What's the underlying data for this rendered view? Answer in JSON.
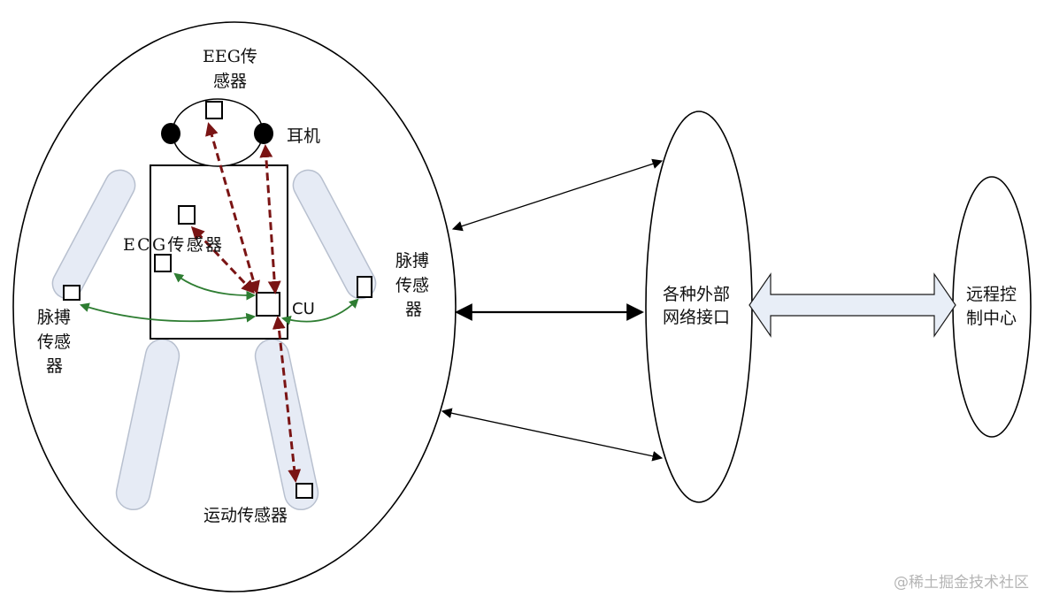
{
  "labels": {
    "eeg_line1": "EEG传",
    "eeg_line2": "感器",
    "earphone": "耳机",
    "ecg": "ECG传感器",
    "pulse_left_line1": "脉搏",
    "pulse_left_line2": "传感",
    "pulse_left_line3": "器",
    "pulse_right_line1": "脉搏",
    "pulse_right_line2": "传感",
    "pulse_right_line3": "器",
    "cu": "CU",
    "motion": "运动传感器",
    "interface_line1": "各种外部",
    "interface_line2": "网络接口",
    "remote_line1": "远程控",
    "remote_line2": "制中心"
  },
  "watermark": "@稀土掘金技术社区",
  "colors": {
    "outline": "#000000",
    "limb_fill": "#e6ebf5",
    "limb_stroke": "#b8c0cf",
    "dashed_arrow": "#7a1414",
    "green_arrow": "#2e7d32",
    "big_arrow_fill": "#e8eef7"
  }
}
